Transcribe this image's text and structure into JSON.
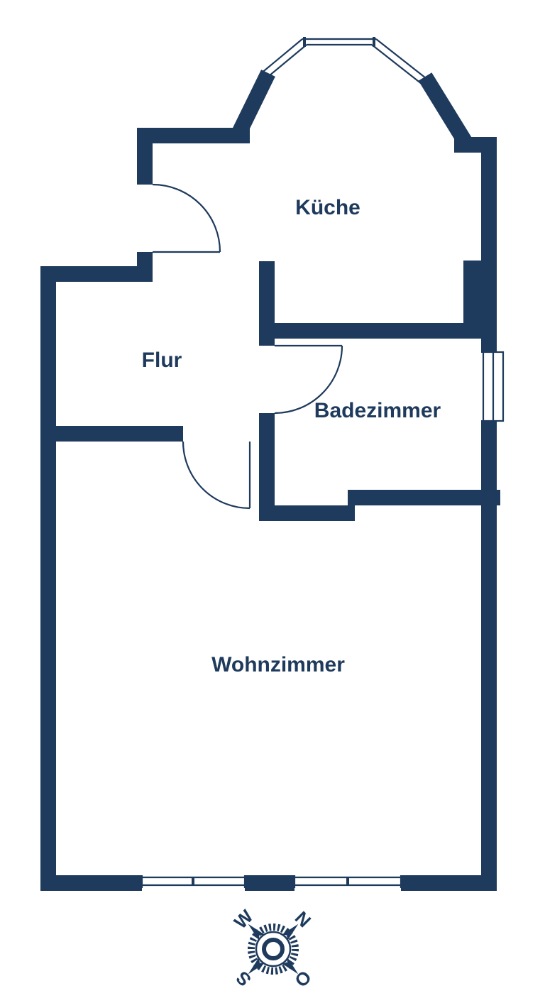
{
  "floorplan": {
    "rooms": [
      {
        "id": "kueche",
        "label": "Küche"
      },
      {
        "id": "flur",
        "label": "Flur"
      },
      {
        "id": "badezimmer",
        "label": "Badezimmer"
      },
      {
        "id": "wohnzimmer",
        "label": "Wohnzimmer"
      }
    ],
    "compass": {
      "west": "W",
      "north": "N",
      "south": "S",
      "east": "O"
    }
  },
  "theme": {
    "wall_color": "#1e3a5c",
    "line_color": "#1e3a5c",
    "text_color": "#1e3a5c",
    "background_color": "#ffffff"
  }
}
